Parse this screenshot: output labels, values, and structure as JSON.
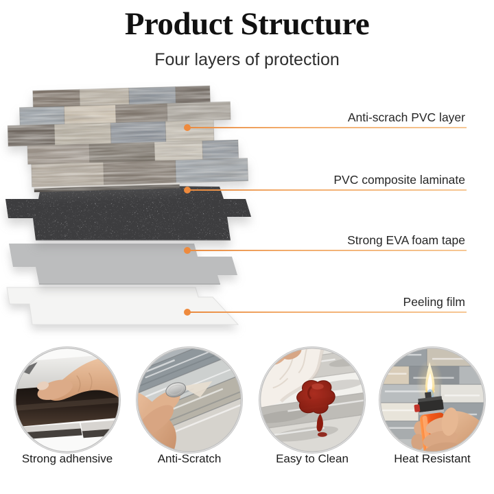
{
  "header": {
    "title": "Product Structure",
    "subtitle": "Four layers of protection"
  },
  "diagram": {
    "layers": [
      {
        "id": "anti-scratch-pvc-layer",
        "label": "Anti-scrach PVC layer"
      },
      {
        "id": "pvc-composite-laminate",
        "label": "PVC composite laminate"
      },
      {
        "id": "eva-foam-tape",
        "label": "Strong EVA foam tape"
      },
      {
        "id": "peeling-film",
        "label": "Peeling film"
      }
    ],
    "accent": {
      "leader_dot": "#ee8a3d",
      "leader_line_start": "#e98a3e",
      "leader_line_end": "#f6c794"
    },
    "layer_fills": {
      "tile_top": "mixed wood-look planks",
      "laminate_core": "#3d3d3f",
      "foam": "#bcbdbe",
      "film": "#f4f4f3"
    }
  },
  "features": [
    {
      "label": "Strong adhensive",
      "icon": "hand-press-adhesive-photo"
    },
    {
      "label": "Anti-Scratch",
      "icon": "coin-scratch-tile-photo"
    },
    {
      "label": "Easy to Clean",
      "icon": "ketchup-wipe-photo"
    },
    {
      "label": "Heat Resistant",
      "icon": "lighter-flame-photo"
    }
  ]
}
